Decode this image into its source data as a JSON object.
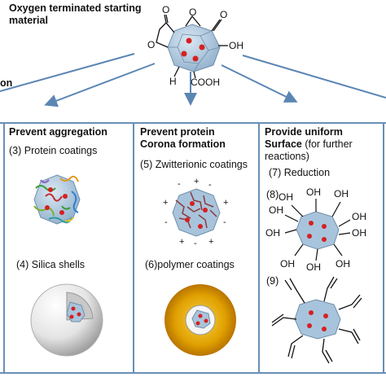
{
  "header": {
    "title_line1": "Oxygen terminated starting",
    "title_line2": "material",
    "left_fragment": "on"
  },
  "molecule": {
    "o1": "O",
    "o2": "O",
    "o3": "O",
    "o4": "O",
    "oh": "OH",
    "h": "H",
    "cooh": "COOH"
  },
  "columns": [
    {
      "heading_line1": "Prevent aggregation",
      "items": [
        {
          "label": "(3) Protein coatings"
        },
        {
          "label": "(4) Silica shells"
        }
      ]
    },
    {
      "heading_line1": "Prevent protein",
      "heading_line2": "Corona formation",
      "items": [
        {
          "label": "(5) Zwitterionic coatings"
        },
        {
          "label": "(6)polymer coatings"
        }
      ]
    },
    {
      "heading_line1": "Provide uniform",
      "heading_line2_bold": "Surface",
      "heading_line2_norm": " (for further",
      "heading_line3": "reactions)",
      "items": [
        {
          "label": "(7) Reduction"
        },
        {
          "label": "(8)"
        },
        {
          "label": "(9)"
        }
      ]
    }
  ],
  "hydroxyl_label": "OH",
  "colors": {
    "divider": "#6a8fb5",
    "arrow": "#5b86b4",
    "particle": "#a8c4dc",
    "particle_edge": "#6f8ea8",
    "red": "#d62020",
    "gold": "#e0a000"
  }
}
